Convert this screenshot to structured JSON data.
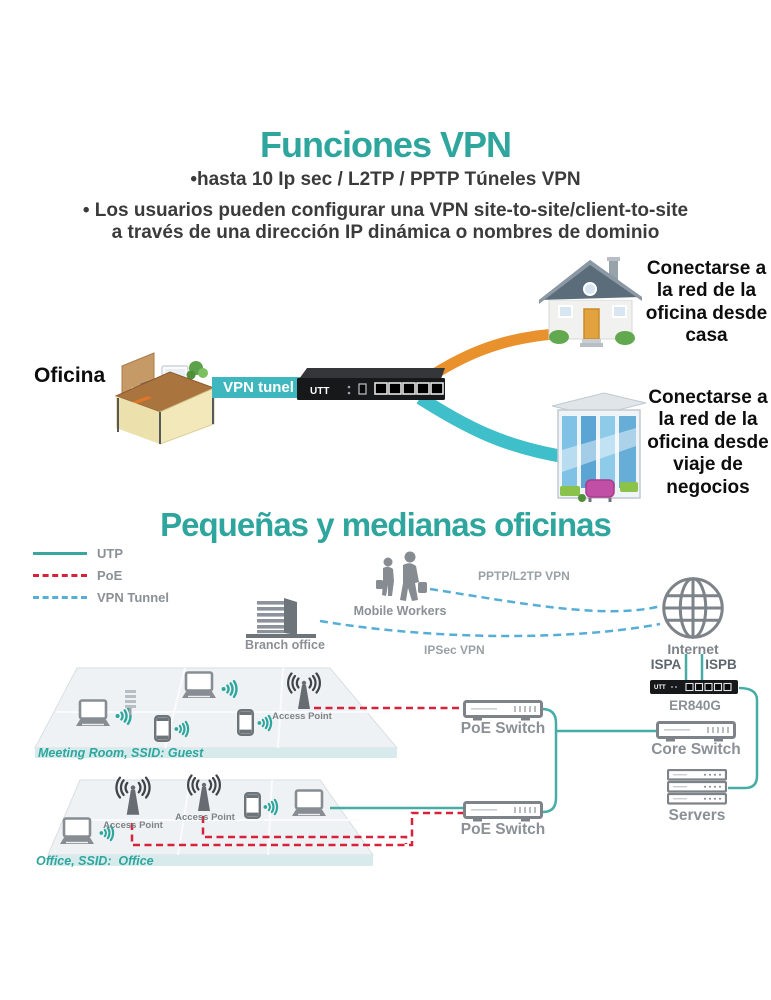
{
  "header": {
    "title": "Funciones VPN",
    "bullet_1": "•hasta 10 Ip sec / L2TP / PPTP Túneles VPN",
    "bullet_2": "• Los usuarios pueden configurar una VPN site-to-site/client-to-site",
    "bullet_2b": "a través de una dirección IP dinámica o nombres de dominio"
  },
  "scenario": {
    "office_label": "Oficina",
    "vpn_tunnel_badge": "VPN tunel",
    "router_brand": "UTT",
    "home_caption": "Conectarse a la red de la oficina desde casa",
    "travel_caption": "Conectarse a la red de la oficina desde viaje de negocios"
  },
  "section_title": "Pequeñas y medianas oficinas",
  "legend": {
    "items": [
      {
        "label": "UTP",
        "style": "solid",
        "color": "#3AA79F"
      },
      {
        "label": "PoE",
        "style": "dashed",
        "color": "#D6233A"
      },
      {
        "label": "VPN Tunnel",
        "style": "dashed",
        "color": "#56AED6"
      }
    ]
  },
  "network": {
    "mobile_workers_label": "Mobile Workers",
    "pptp_link_label": "PPTP/L2TP VPN",
    "branch_office_label": "Branch office",
    "ipsec_link_label": "IPSec VPN",
    "internet_label": "Internet",
    "isp_a_label": "ISPA",
    "isp_b_label": "ISPB",
    "gateway_brand": "UTT",
    "gateway_model": "ER840G",
    "poe_switch_top_label": "PoE Switch",
    "poe_switch_bottom_label": "PoE Switch",
    "core_switch_label": "Core Switch",
    "servers_label": "Servers",
    "access_point_meeting_label": "Access Point",
    "access_point_office_1_label": "Access Point",
    "access_point_office_2_label": "Access Point",
    "meeting_room_caption": "Meeting Room, SSID: Guest",
    "office_caption": "Office, SSID:  Office"
  },
  "colors": {
    "accent_teal": "#2FA69D",
    "utp_line": "#45ADA5",
    "poe_line": "#D6233A",
    "vpn_tunnel_line": "#56AED6",
    "home_link_orange": "#E8912D",
    "travel_link_cyan": "#3FBFC9",
    "vpn_band": "#3EB7BF"
  }
}
